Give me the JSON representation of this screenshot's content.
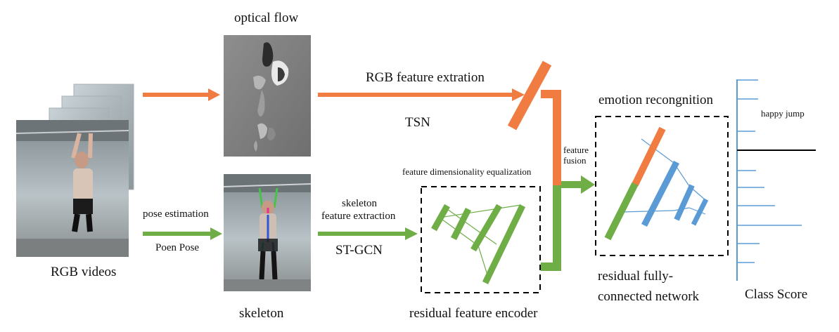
{
  "labels": {
    "optical_flow": "optical flow",
    "rgb_feature": "RGB feature extration",
    "tsn": "TSN",
    "emotion_recognition": "emotion recongnition",
    "happy_jump": "happy jump",
    "feature_fusion_line1": "feature",
    "feature_fusion_line2": "fusion",
    "feature_dim_eq": "feature dimensionality equalization",
    "pose_estimation": "pose estimation",
    "open_pose": "Poen Pose",
    "skeleton_feat_line1": "skeleton",
    "skeleton_feat_line2": "feature extraction",
    "st_gcn": "ST-GCN",
    "rgb_videos": "RGB videos",
    "skeleton": "skeleton",
    "residual_feature_encoder": "residual feature encoder",
    "residual_fc_line1": "residual fully-",
    "residual_fc_line2": "connected network",
    "class_score": "Class Score"
  },
  "colors": {
    "orange": "#F07C42",
    "green": "#6FAD47",
    "blue": "#5B9BD5",
    "black": "#000000"
  },
  "icons": {
    "rgb_frames": "video-frames-image",
    "optical_flow": "optical-flow-image",
    "skeleton": "skeleton-image"
  }
}
